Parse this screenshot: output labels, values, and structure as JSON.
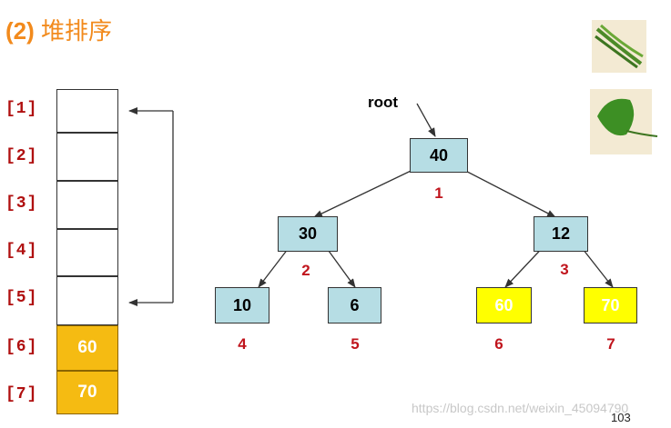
{
  "title": {
    "number": "(2)",
    "text": "堆排序"
  },
  "array": {
    "indices": [
      "[1]",
      "[2]",
      "[3]",
      "[4]",
      "[5]",
      "[6]",
      "[7]"
    ],
    "values": [
      "",
      "",
      "",
      "",
      "",
      "60",
      "70"
    ],
    "filled_color": "#f5bb12"
  },
  "tree": {
    "root_label": "root",
    "nodes": [
      {
        "value": "40",
        "index": "1",
        "color": "blue"
      },
      {
        "value": "30",
        "index": "2",
        "color": "blue"
      },
      {
        "value": "12",
        "index": "3",
        "color": "blue"
      },
      {
        "value": "10",
        "index": "4",
        "color": "blue"
      },
      {
        "value": "6",
        "index": "5",
        "color": "blue"
      },
      {
        "value": "60",
        "index": "6",
        "color": "yellow"
      },
      {
        "value": "70",
        "index": "7",
        "color": "yellow"
      }
    ],
    "node_blue": "#b6dde4",
    "node_yellow": "#ffff00"
  },
  "watermark": "https://blog.csdn.net/weixin_45094790",
  "page_number": "103"
}
